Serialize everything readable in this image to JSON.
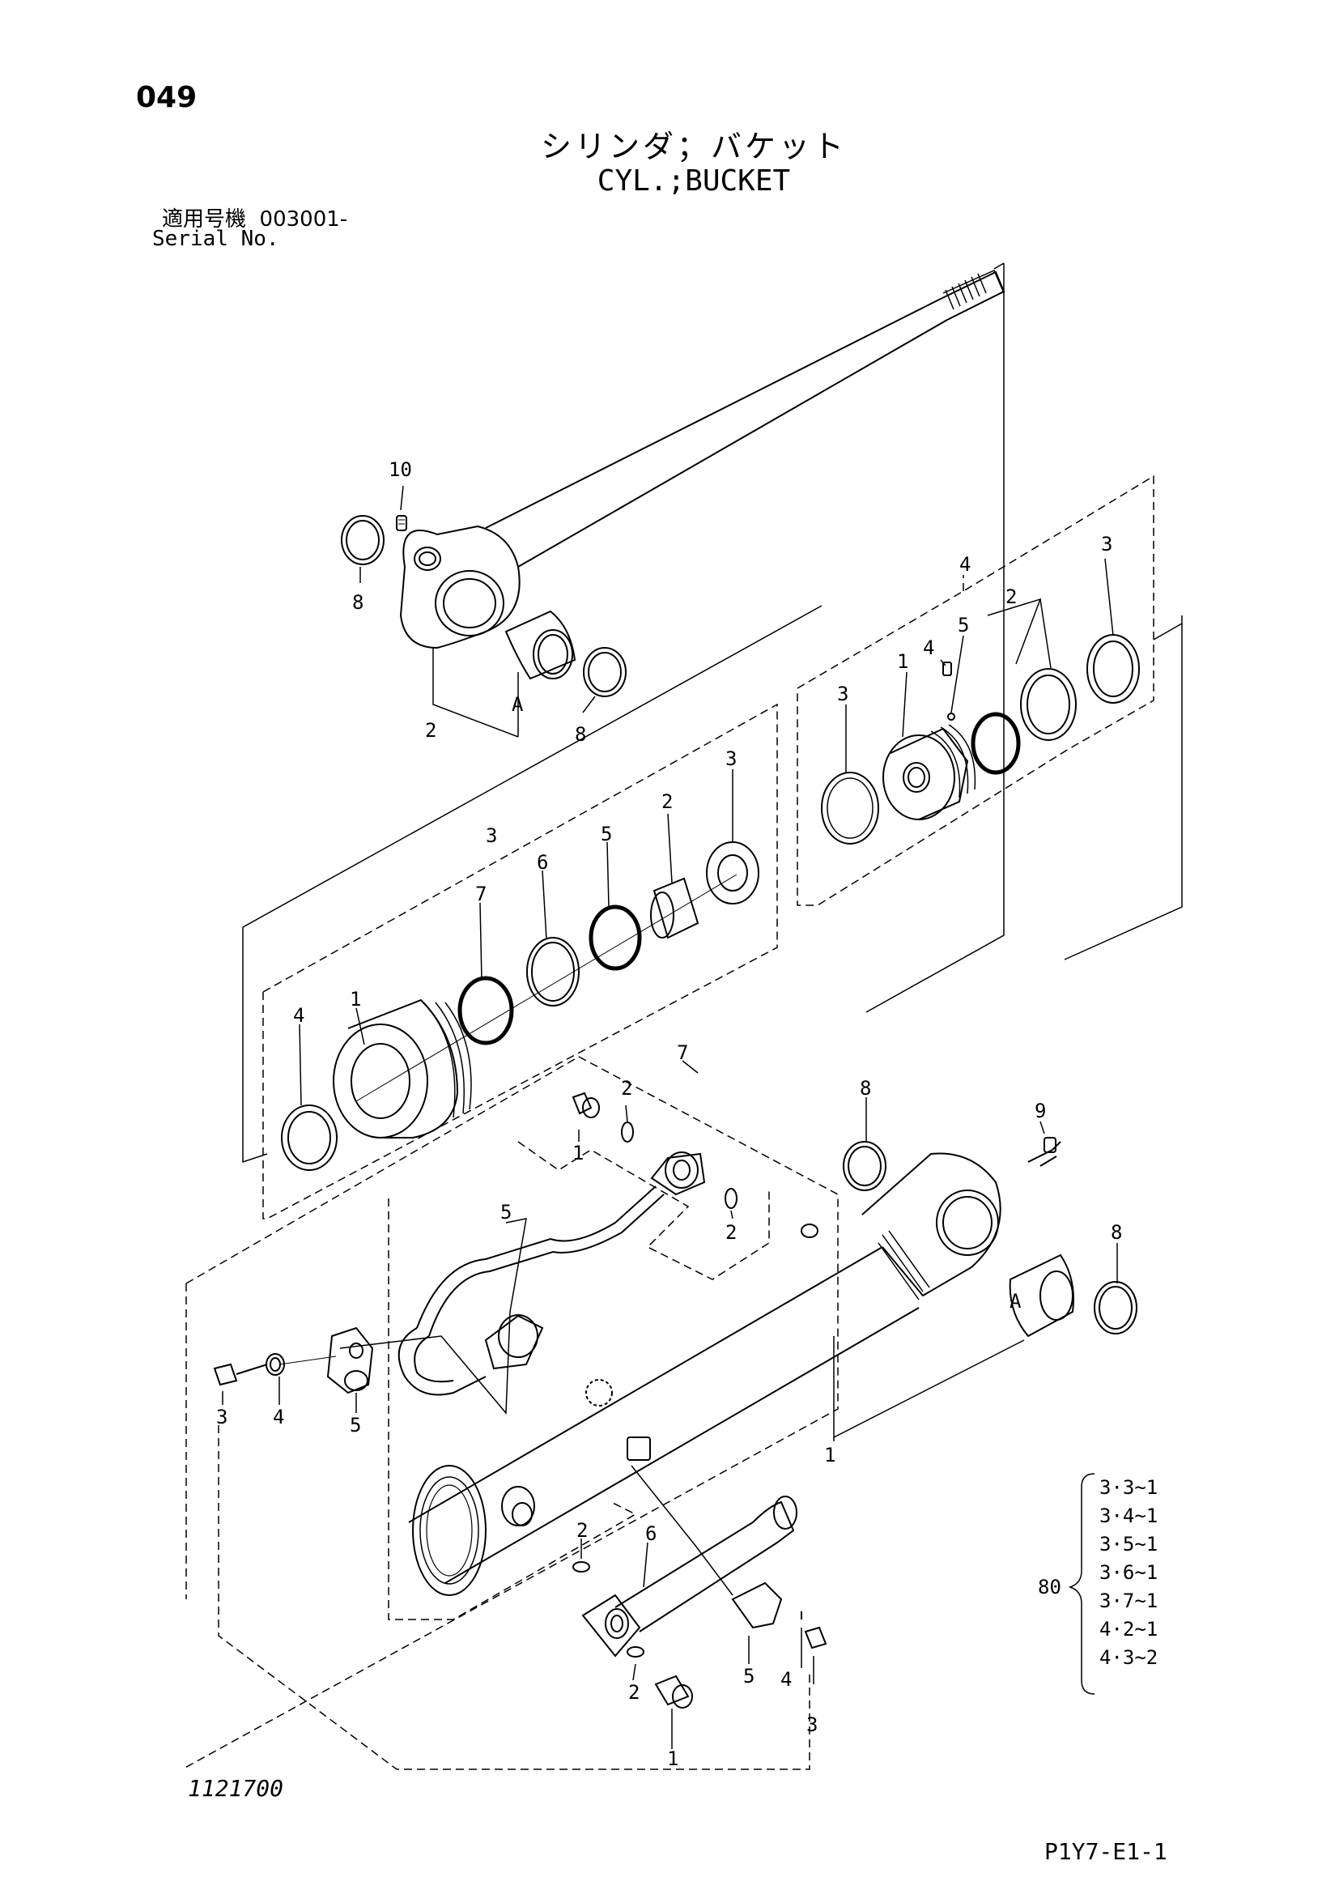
{
  "page_number": "049",
  "title_jp": "シリンダ；バケット",
  "title_en": "CYL.;BUCKET",
  "serial_label_jp": "適用号機",
  "serial_value": "003001-",
  "serial_label_en": "Serial No.",
  "drawing_number": "1121700",
  "page_code": "P1Y7-E1-1",
  "callouts": {
    "rod_top": [
      "10",
      "8",
      "2",
      "A",
      "8"
    ],
    "piston_group": [
      "4",
      "3",
      "2",
      "5",
      "4",
      "1",
      "3"
    ],
    "head_group": [
      "3",
      "2",
      "5",
      "6",
      "7",
      "1",
      "4",
      "3"
    ],
    "pipe_group": [
      "7",
      "2",
      "1",
      "2",
      "5"
    ],
    "tube_group": [
      "8",
      "9",
      "8",
      "A",
      "1"
    ],
    "clamp_left": [
      "3",
      "4",
      "5"
    ],
    "lower_pipe": [
      "2",
      "6",
      "2",
      "1",
      "5",
      "4",
      "3"
    ]
  },
  "reference": {
    "prefix": "80",
    "items": [
      "3·3~1",
      "3·4~1",
      "3·5~1",
      "3·6~1",
      "3·7~1",
      "4·2~1",
      "4·3~2"
    ]
  }
}
